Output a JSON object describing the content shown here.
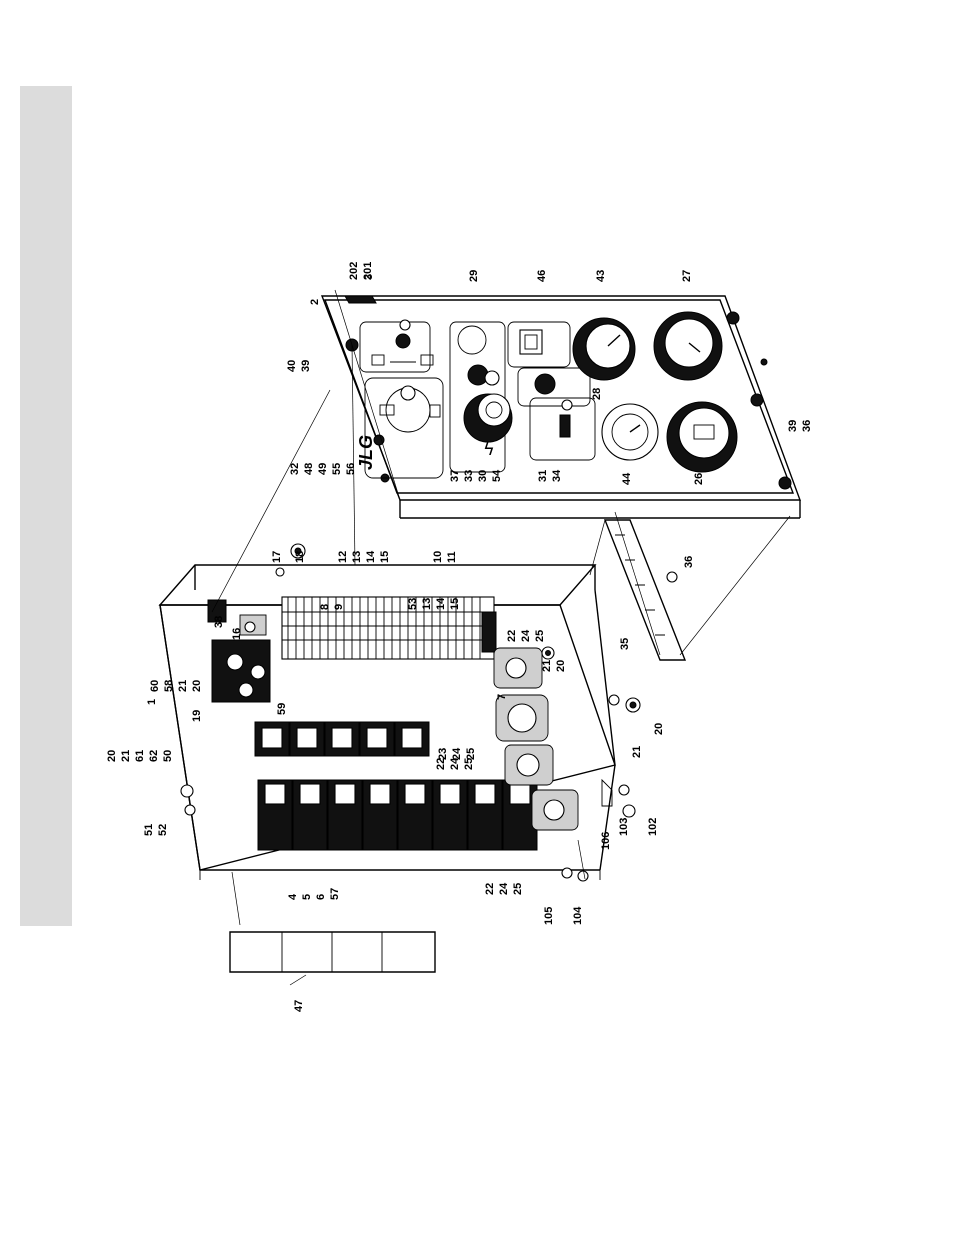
{
  "brand": "JLG",
  "callouts": {
    "c1": "1",
    "c2": "2",
    "c3": "3",
    "c4": "4",
    "c5": "5",
    "c6": "6",
    "c57": "57",
    "c7": "7",
    "c8": "8",
    "c9": "9",
    "c10": "10",
    "c11": "11",
    "c12": "12",
    "c13": "13",
    "c14": "14",
    "c15": "15",
    "c53": "53",
    "c13b": "13",
    "c14b": "14",
    "c15b": "15",
    "c16": "16",
    "c17": "17",
    "c18": "18",
    "c19": "19",
    "c59": "59",
    "c20a": "20",
    "c21a": "21",
    "c58": "58",
    "c60": "60",
    "c20b": "20",
    "c21b": "21",
    "c61": "61",
    "c62": "62",
    "c50": "50",
    "c51": "51",
    "c52": "52",
    "c22a": "22",
    "c24a": "24",
    "c25a": "25",
    "c23": "23",
    "c24b": "24",
    "c25b": "25",
    "c22b": "22",
    "c24c": "24",
    "c25c": "25",
    "c22c": "22",
    "c24d": "24",
    "c25d": "25",
    "c20c": "20",
    "c21c": "21",
    "c20d": "20",
    "c21d": "21",
    "c26": "26",
    "c27": "27",
    "c28": "28",
    "c29": "29",
    "c31": "31",
    "c34": "34",
    "c32": "32",
    "c48": "48",
    "c49": "49",
    "c55": "55",
    "c56": "56",
    "c37": "37",
    "c33": "33",
    "c30": "30",
    "c54": "54",
    "c35": "35",
    "c36a": "36",
    "c36b": "36",
    "c39a": "39",
    "c39b": "39",
    "c38": "38",
    "c40": "40",
    "c43": "43",
    "c44": "44",
    "c46": "46",
    "c47": "47",
    "c102": "102",
    "c103": "103",
    "c104": "104",
    "c105": "105",
    "c106": "106",
    "c201": "201",
    "c202": "202"
  }
}
